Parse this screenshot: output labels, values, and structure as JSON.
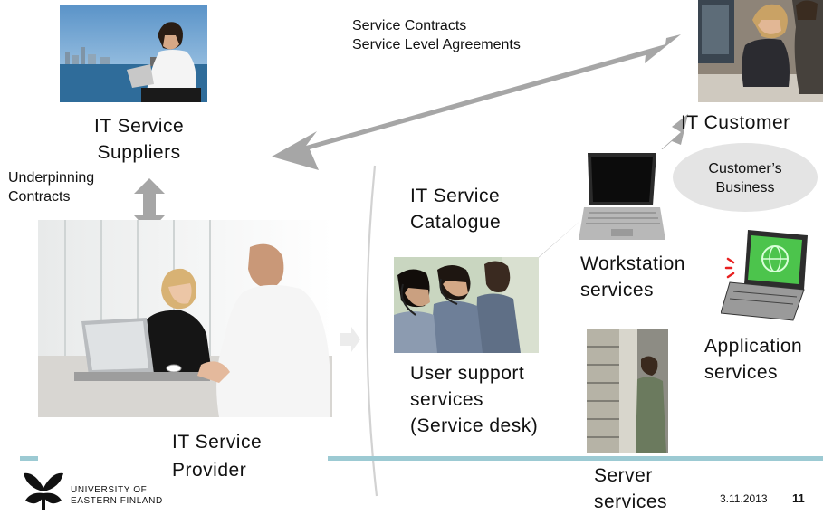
{
  "suppliers_label": [
    "IT Service",
    "Suppliers"
  ],
  "customer_label": "IT Customer",
  "provider_label": [
    "IT Service",
    "Provider"
  ],
  "contracts_label": [
    "Service Contracts",
    "Service Level Agreements"
  ],
  "underpinning_label": [
    "Underpinning",
    "Contracts"
  ],
  "catalogue_label": [
    "IT Service",
    "Catalogue"
  ],
  "business_label": [
    "Customer’s",
    "Business"
  ],
  "workstation_label": [
    "Workstation",
    "services"
  ],
  "application_label": [
    "Application",
    "services"
  ],
  "user_support_label": [
    "User support",
    "services",
    "(Service desk)"
  ],
  "server_label": [
    "Server",
    "services"
  ],
  "footer": {
    "university_line1": "UNIVERSITY OF",
    "university_line2": "EASTERN FINLAND",
    "date": "3.11.2013",
    "page": "11"
  },
  "colors": {
    "arrow": "#a6a6a6",
    "footer_line": "#9ccad3",
    "ellipse": "#e4e4e4"
  }
}
